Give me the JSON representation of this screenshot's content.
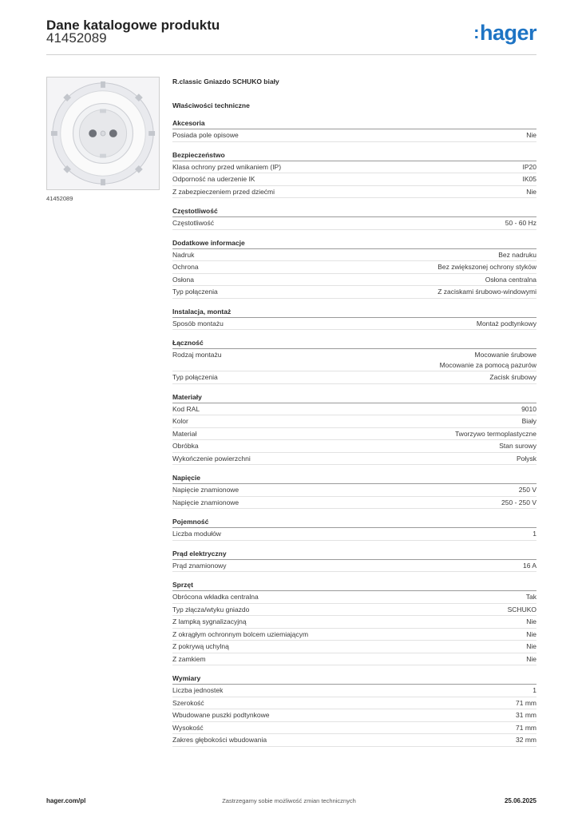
{
  "header": {
    "title": "Dane katalogowe produktu",
    "code": "41452089",
    "logo_text": "hager",
    "logo_color": "#1e74c4"
  },
  "image": {
    "caption": "41452089",
    "icon": "schuko-socket-icon"
  },
  "product": {
    "name": "R.classic Gniazdo SCHUKO biały",
    "section_heading": "Właściwości techniczne"
  },
  "groups": [
    {
      "title": "Akcesoria",
      "rows": [
        {
          "label": "Posiada pole opisowe",
          "value": "Nie"
        }
      ]
    },
    {
      "title": "Bezpieczeństwo",
      "rows": [
        {
          "label": "Klasa ochrony przed wnikaniem (IP)",
          "value": "IP20"
        },
        {
          "label": "Odporność na uderzenie IK",
          "value": "IK05"
        },
        {
          "label": "Z zabezpieczeniem przed dziećmi",
          "value": "Nie"
        }
      ]
    },
    {
      "title": "Częstotliwość",
      "rows": [
        {
          "label": "Częstotliwość",
          "value": "50 - 60 Hz"
        }
      ]
    },
    {
      "title": "Dodatkowe informacje",
      "rows": [
        {
          "label": "Nadruk",
          "value": "Bez nadruku"
        },
        {
          "label": "Ochrona",
          "value": "Bez zwiększonej  ochrony styków"
        },
        {
          "label": "Osłona",
          "value": "Osłona centralna"
        },
        {
          "label": "Typ połączenia",
          "value": "Z zaciskami śrubowo-windowymi"
        }
      ]
    },
    {
      "title": "Instalacja, montaż",
      "rows": [
        {
          "label": "Sposób montażu",
          "value": "Montaż podtynkowy"
        }
      ]
    },
    {
      "title": "Łączność",
      "rows": [
        {
          "label": "Rodzaj montażu",
          "value": "Mocowanie śrubowe\nMocowanie za pomocą pazurów"
        },
        {
          "label": "Typ połączenia",
          "value": "Zacisk śrubowy"
        }
      ]
    },
    {
      "title": "Materiały",
      "rows": [
        {
          "label": "Kod RAL",
          "value": "9010"
        },
        {
          "label": "Kolor",
          "value": "Biały"
        },
        {
          "label": "Materiał",
          "value": "Tworzywo termoplastyczne"
        },
        {
          "label": "Obróbka",
          "value": "Stan surowy"
        },
        {
          "label": "Wykończenie powierzchni",
          "value": "Połysk"
        }
      ]
    },
    {
      "title": "Napięcie",
      "rows": [
        {
          "label": "Napięcie znamionowe",
          "value": "250 V"
        },
        {
          "label": "Napięcie znamionowe",
          "value": "250 - 250 V"
        }
      ]
    },
    {
      "title": "Pojemność",
      "rows": [
        {
          "label": "Liczba modułów",
          "value": "1"
        }
      ]
    },
    {
      "title": "Prąd elektryczny",
      "rows": [
        {
          "label": "Prąd znamionowy",
          "value": "16 A"
        }
      ]
    },
    {
      "title": "Sprzęt",
      "rows": [
        {
          "label": "Obrócona wkładka centralna",
          "value": "Tak"
        },
        {
          "label": "Typ złącza/wtyku gniazdo",
          "value": "SCHUKO"
        },
        {
          "label": "Z lampką sygnalizacyjną",
          "value": "Nie"
        },
        {
          "label": "Z okrągłym ochronnym bolcem uziemiającym",
          "value": "Nie"
        },
        {
          "label": "Z pokrywą uchylną",
          "value": "Nie"
        },
        {
          "label": "Z zamkiem",
          "value": "Nie"
        }
      ]
    },
    {
      "title": "Wymiary",
      "rows": [
        {
          "label": "Liczba jednostek",
          "value": "1"
        },
        {
          "label": "Szerokość",
          "value": "71 mm"
        },
        {
          "label": "Wbudowane puszki podtynkowe",
          "value": "31 mm"
        },
        {
          "label": "Wysokość",
          "value": "71 mm"
        },
        {
          "label": "Zakres głębokości wbudowania",
          "value": "32 mm"
        }
      ]
    }
  ],
  "footer": {
    "website": "hager.com/pl",
    "notice": "Zastrzegamy sobie możliwość zmian technicznych",
    "date": "25.06.2025"
  }
}
